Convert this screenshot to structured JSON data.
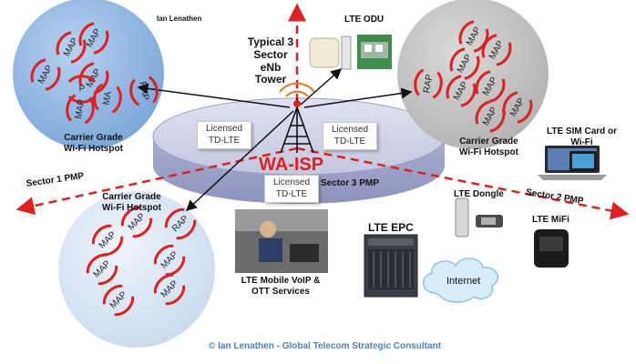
{
  "author_top": "Ian Lenathen",
  "tower_label": "Typical 3\nSector\neNb\nTower",
  "brand": "WA-ISP",
  "licensed_boxes": [
    "Licensed\nTD-LTE",
    "Licensed\nTD-LTE",
    "Licensed\nTD-LTE"
  ],
  "sectors": {
    "s1": "Sector 1 PMP",
    "s2": "Sector 2 PMP",
    "s3": "Sector 3 PMP"
  },
  "hotspots": {
    "left": "Carrier Grade\nWi-Fi Hotspot",
    "right": "Carrier Grade\nWi-Fi Hotspot",
    "bottom": "Carrier Grade\nWi-Fi Hotspot"
  },
  "node_labels": {
    "map": "MAP",
    "rap": "RAP",
    "ma": "MA",
    "p": "P"
  },
  "devices": {
    "odu": "LTE ODU",
    "sim": "LTE SIM Card or\nWi-Fi",
    "dongle": "LTE Dongle",
    "mifi": "LTE MiFi",
    "epc": "LTE EPC",
    "internet": "Internet",
    "voip": "LTE Mobile VoIP &\nOTT Services"
  },
  "copyright": "© Ian Lenathen  - Global Telecom Strategic Consultant",
  "colors": {
    "circle_left": "#8db4e2",
    "circle_right": "#c4c4c4",
    "circle_bottom": "#d9e6f5",
    "disc": "#c7cbe3",
    "red": "#e02020",
    "copyright": "#4f81bd"
  }
}
